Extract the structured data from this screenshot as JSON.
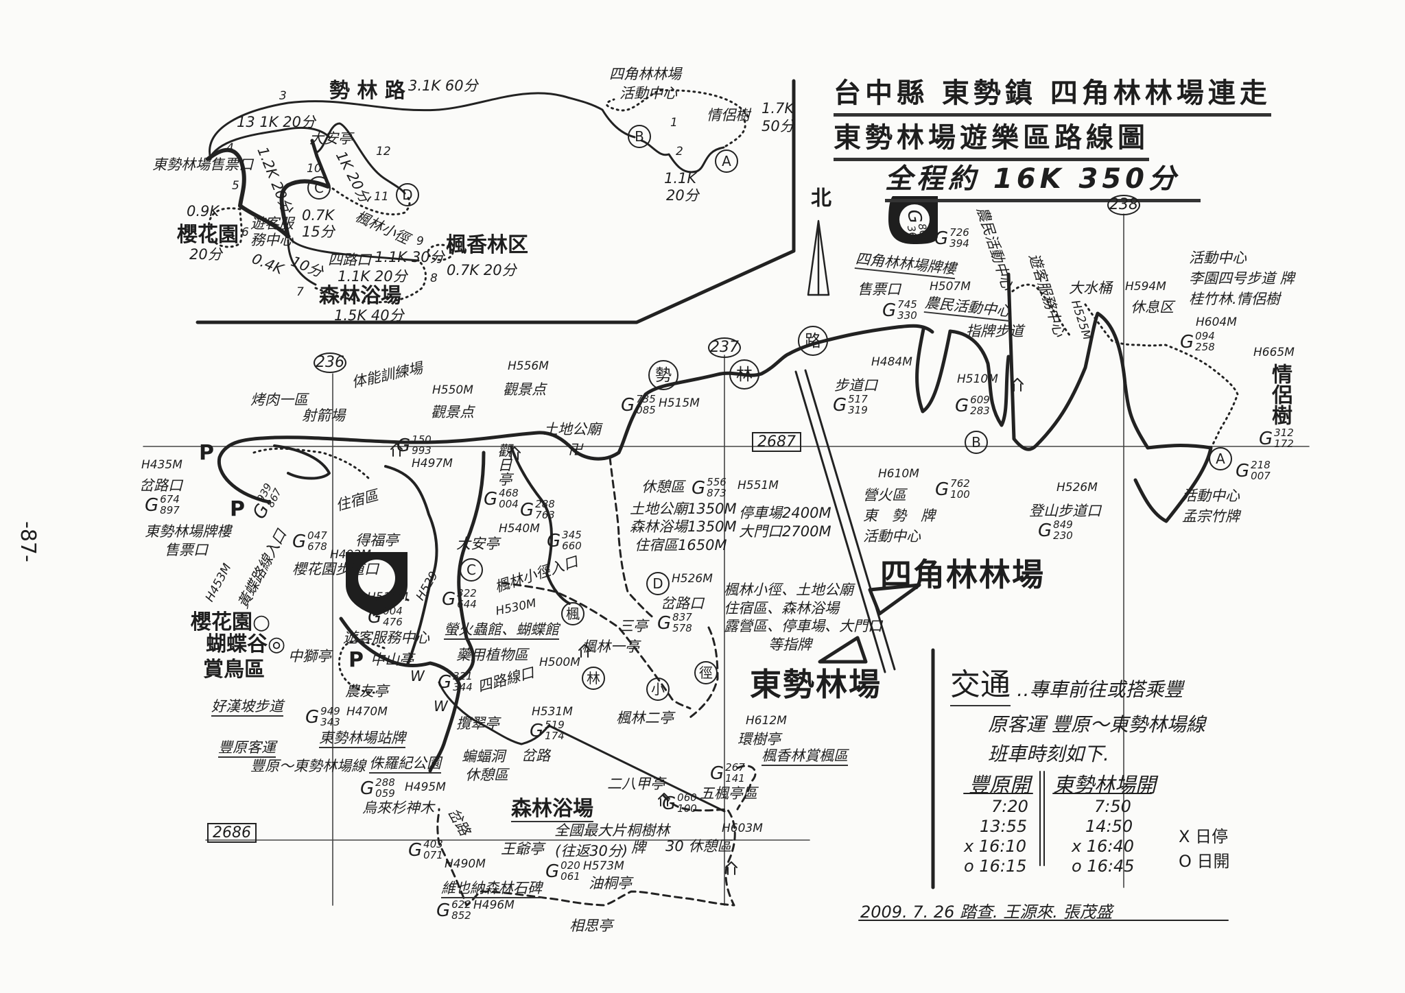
{
  "page_number": "-87-",
  "title": {
    "line1": "台中縣 東勢鎮 四角林林場連走",
    "line2": "東勢林場遊樂區路線圖",
    "line3": "全程約  16K 350分"
  },
  "compass": {
    "north": "北"
  },
  "grid": {
    "col_236": "236",
    "col_237": "237",
    "col_238": "238",
    "row_2686": "2686",
    "row_2687": "2687"
  },
  "inset": {
    "labels": [
      "勢 林 路",
      "3.1K 60分",
      "3",
      "13  1K 20分",
      "大安亭",
      "東勢林場售票口",
      "4",
      "1.2K 20分",
      "1K 20分",
      "12",
      "C",
      "D",
      "楓林小徑",
      "10",
      "0.7K",
      "15分",
      "遊客服",
      "務中心",
      "5",
      "0.9K",
      "櫻花園",
      "20分",
      "6",
      "0.4K",
      "10分",
      "四路口",
      "11",
      "1.1K 30分",
      "1.1K 20分",
      "9",
      "楓香林区",
      "0.7K 20分",
      "森林浴場",
      "8",
      "7",
      "1.5K 40分",
      "四角林林場",
      "活動中心",
      "情侶樹",
      "1.7K",
      "50分",
      "B",
      "A",
      "1",
      "2",
      "1.1K",
      "20分"
    ]
  },
  "map": {
    "labels": [
      "烤肉一區",
      "射箭場",
      "体能訓練場",
      "H550M",
      "觀景点",
      "H556M",
      "觀景点",
      "P",
      "P",
      "H435M",
      "岔路口",
      "東勢林場牌樓",
      "售票口",
      "黃蝶路線入口",
      "H453M",
      "櫻花園步道口",
      "得福亭",
      "住宿區",
      "大安亭",
      "觀日亭",
      "土地公廟",
      "卍",
      "勢",
      "林",
      "路",
      "休憩區",
      "土地公廟1350M",
      "森林浴場1350M",
      "住宿區1650M",
      "停車場2400M",
      "大門口2700M",
      "C",
      "楓林小徑入口",
      "H530M",
      "D",
      "H526M",
      "岔路口",
      "三亭",
      "楓",
      "林",
      "小",
      "徑",
      "楓林一亭",
      "楓林二亭",
      "櫻花園○",
      "蝴蝶谷◎",
      "賞鳥區",
      "中獅亭",
      "H510M",
      "遊客服務中心",
      "P",
      "中山亭",
      "農友亭",
      "好漢坡步道",
      "H470M",
      "東勢林場站牌",
      "豐原客運",
      "豐原～東勢林場線",
      "W",
      "W",
      "螢火蟲館、蝴蝶館",
      "藥用植物區",
      "四路線口",
      "H500M",
      "攬翠亭",
      "侏羅紀公園",
      "H495M",
      "烏來杉神木",
      "蝙蝠洞",
      "休憩區",
      "H531M",
      "岔路",
      "二八甲亭",
      "森林浴場",
      "全國最大片桐樹林",
      "牌",
      "(往返30分)",
      "H573M",
      "王爺亭",
      "岔路",
      "H490M",
      "維也納森林石碑",
      "H496M",
      "油桐亭",
      "相思亭",
      "30 休憩區",
      "H612M",
      "環樹亭",
      "楓香林賞楓區",
      "五楓亭區",
      "H603M",
      "H610M",
      "營火區",
      "東　勢　牌",
      "活動中心",
      "四角林林場",
      "楓林小徑、土地公廟",
      "住宿區、森林浴場",
      "露營區、停車場、大門口",
      "等指牌",
      "東勢林場",
      "四角林林場牌樓",
      "售票口",
      "H507M",
      "農民活動中心",
      "指牌步道",
      "遊客服務中心",
      "農民活動中心",
      "H525M",
      "大水桶",
      "H484M",
      "步道口",
      "H510M",
      "B",
      "H526M",
      "登山步道口",
      "H594M",
      "休息区",
      "活動中心",
      "李園四号步道 牌",
      "桂竹林.情侶樹",
      "H604M",
      "H665M",
      "情侶樹",
      "A",
      "活動中心",
      "孟宗竹牌",
      "H497M",
      "H492M",
      "H515M",
      "H551M",
      "H540M",
      "H529"
    ],
    "gcodes": [
      {
        "prefix": "G",
        "top": "674",
        "bottom": "897"
      },
      {
        "prefix": "G",
        "top": "939",
        "bottom": "867"
      },
      {
        "prefix": "G",
        "top": "047",
        "bottom": "678"
      },
      {
        "prefix": "G",
        "top": "150",
        "bottom": "993"
      },
      {
        "prefix": "G",
        "top": "468",
        "bottom": "004"
      },
      {
        "prefix": "G",
        "top": "735",
        "bottom": "085"
      },
      {
        "prefix": "G",
        "top": "556",
        "bottom": "873"
      },
      {
        "prefix": "G",
        "top": "288",
        "bottom": "763"
      },
      {
        "prefix": "G",
        "top": "345",
        "bottom": "660"
      },
      {
        "prefix": "G",
        "top": "322",
        "bottom": "644"
      },
      {
        "prefix": "G",
        "top": "004",
        "bottom": "476"
      },
      {
        "prefix": "G",
        "top": "949",
        "bottom": "343"
      },
      {
        "prefix": "G",
        "top": "321",
        "bottom": "344"
      },
      {
        "prefix": "G",
        "top": "288",
        "bottom": "059"
      },
      {
        "prefix": "G",
        "top": "519",
        "bottom": "174"
      },
      {
        "prefix": "G",
        "top": "837",
        "bottom": "578"
      },
      {
        "prefix": "G",
        "top": "403",
        "bottom": "071"
      },
      {
        "prefix": "G",
        "top": "020",
        "bottom": "061"
      },
      {
        "prefix": "G",
        "top": "622",
        "bottom": "852"
      },
      {
        "prefix": "G",
        "top": "060",
        "bottom": "100"
      },
      {
        "prefix": "G",
        "top": "267",
        "bottom": "141"
      },
      {
        "prefix": "G",
        "top": "762",
        "bottom": "100"
      },
      {
        "prefix": "G",
        "top": "726",
        "bottom": "394"
      },
      {
        "prefix": "G",
        "top": "745",
        "bottom": "330"
      },
      {
        "prefix": "G",
        "top": "808",
        "bottom": "369"
      },
      {
        "prefix": "G",
        "top": "517",
        "bottom": "319"
      },
      {
        "prefix": "G",
        "top": "609",
        "bottom": "283"
      },
      {
        "prefix": "G",
        "top": "849",
        "bottom": "230"
      },
      {
        "prefix": "G",
        "top": "094",
        "bottom": "258"
      },
      {
        "prefix": "G",
        "top": "312",
        "bottom": "172"
      },
      {
        "prefix": "G",
        "top": "218",
        "bottom": "007"
      }
    ]
  },
  "transport": {
    "heading": "交通",
    "line1": "‥專車前往或搭乘豐",
    "line2": "原客運 豐原～東勢林場線",
    "line3": "班車時刻如下.",
    "col1_header": "豐原開",
    "col2_header": "東勢林場開",
    "col1_times": [
      "7:20",
      "13:55",
      "x 16:10",
      "o 16:15"
    ],
    "col2_times": [
      "7:50",
      "14:50",
      "x 16:40",
      "o 16:45"
    ],
    "legend": [
      "X 日停",
      "O 日開"
    ]
  },
  "footer": "2009. 7. 26  踏查.  王源來.  張茂盛"
}
